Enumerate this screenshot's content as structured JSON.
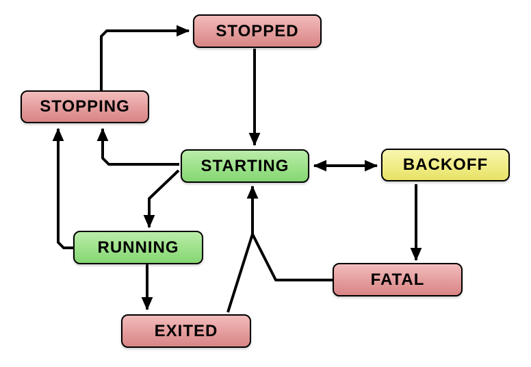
{
  "nodes": {
    "stopped": {
      "label": "STOPPED",
      "color": "#e49c9c"
    },
    "stopping": {
      "label": "STOPPING",
      "color": "#e49c9c"
    },
    "starting": {
      "label": "STARTING",
      "color": "#9ce189"
    },
    "backoff": {
      "label": "BACKOFF",
      "color": "#f0ec86"
    },
    "running": {
      "label": "RUNNING",
      "color": "#9ce189"
    },
    "fatal": {
      "label": "FATAL",
      "color": "#e49c9c"
    },
    "exited": {
      "label": "EXITED",
      "color": "#e49c9c"
    }
  },
  "edges": [
    {
      "from": "STOPPING",
      "to": "STOPPED",
      "direction": "one-way"
    },
    {
      "from": "STOPPED",
      "to": "STARTING",
      "direction": "one-way"
    },
    {
      "from": "STARTING",
      "to": "BACKOFF",
      "direction": "two-way"
    },
    {
      "from": "BACKOFF",
      "to": "FATAL",
      "direction": "one-way"
    },
    {
      "from": "STARTING",
      "to": "STOPPING",
      "direction": "one-way"
    },
    {
      "from": "RUNNING",
      "to": "STOPPING",
      "direction": "one-way"
    },
    {
      "from": "STARTING",
      "to": "RUNNING",
      "direction": "one-way"
    },
    {
      "from": "RUNNING",
      "to": "EXITED",
      "direction": "one-way"
    },
    {
      "from": "EXITED",
      "to": "STARTING",
      "direction": "one-way"
    },
    {
      "from": "FATAL",
      "to": "STARTING",
      "direction": "one-way"
    }
  ],
  "colors": {
    "node_border": "#000000",
    "edge_line": "#000000",
    "background": "#ffffff",
    "pink": "#e49c9c",
    "green": "#9ce189",
    "yellow": "#f0ec86"
  }
}
